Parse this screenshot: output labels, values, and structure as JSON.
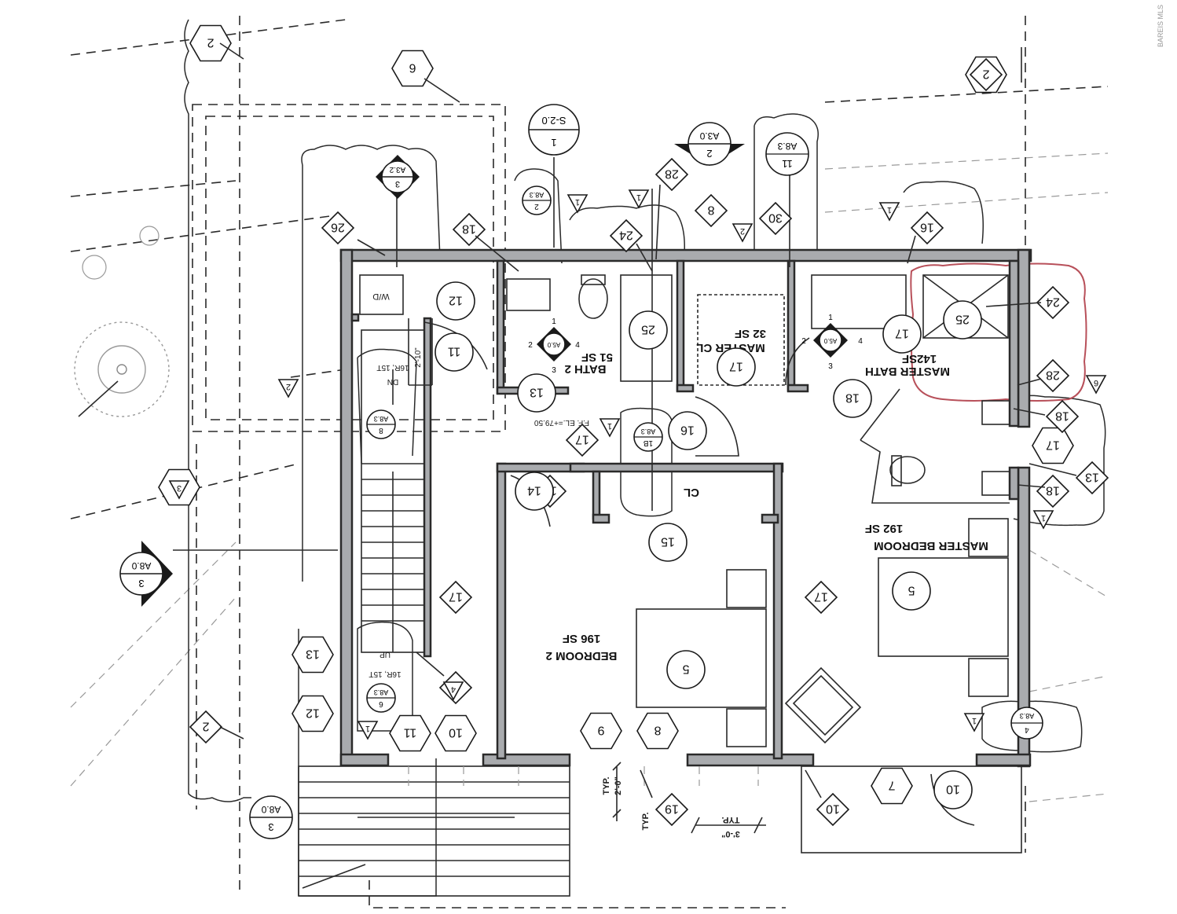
{
  "rooms": {
    "master_bedroom": {
      "name": "MASTER BEDROOM",
      "area": "192 SF"
    },
    "bedroom_2": {
      "name": "BEDROOM 2",
      "area": "196 SF"
    },
    "bath_2": {
      "name": "BATH 2",
      "area": "51 SF"
    },
    "master_cl": {
      "name": "MASTER CL",
      "area": "32 SF"
    },
    "master_bath": {
      "name": "MASTER BATH",
      "area": "142SF"
    },
    "cl": {
      "name": "CL"
    },
    "wd": {
      "name": "W/D"
    }
  },
  "annotations": {
    "ff_elevation": "F.F. EL.=+79.50",
    "stair_down": "16R, 15T",
    "stair_down_dir": "DN",
    "stair_up": "16R, 15T",
    "stair_up_dir": "UP",
    "stair_width": "2'-10\"",
    "dim_2ft": "2'-0\"",
    "dim_2ft_typ": "TYP.",
    "dim_3ft": "3'-0\"",
    "dim_3ft_typ": "TYP."
  },
  "section_markers": [
    {
      "num": "2",
      "sheet": "A3.0"
    },
    {
      "num": "3",
      "sheet": "A3.2"
    },
    {
      "num": "3",
      "sheet": "A8.0"
    },
    {
      "num": "3",
      "sheet": "A8.0"
    }
  ],
  "detail_bubbles": [
    {
      "num": "1",
      "sheet": "S-2.0"
    },
    {
      "num": "2",
      "sheet": "A8.3"
    },
    {
      "num": "11",
      "sheet": "A8.3"
    },
    {
      "num": "8",
      "sheet": "A8.3"
    },
    {
      "num": "1B",
      "sheet": "A8.3"
    },
    {
      "num": "6",
      "sheet": "A8.3"
    },
    {
      "num": "4",
      "sheet": "A8.3"
    }
  ],
  "elevation_markers": [
    {
      "sheet": "A5.0",
      "n1": "1",
      "n2": "2",
      "n3": "3",
      "n4": "4"
    },
    {
      "sheet": "A5.0",
      "n1": "1",
      "n2": "2",
      "n3": "3",
      "n4": "4"
    }
  ],
  "hex_tags": [
    "6",
    "2",
    "2",
    "3",
    "13",
    "12",
    "11",
    "10",
    "9",
    "8",
    "7",
    "17"
  ],
  "diamond_tags": [
    "18",
    "26",
    "28",
    "8",
    "30",
    "16",
    "24",
    "17",
    "17",
    "17",
    "4",
    "24",
    "28",
    "18",
    "13",
    "18",
    "19",
    "10",
    "14",
    "2",
    "2"
  ],
  "circle_tags": [
    "12",
    "11",
    "13",
    "16",
    "14",
    "15",
    "5",
    "5",
    "17",
    "18",
    "10",
    "25",
    "25",
    "17"
  ],
  "triangle_tags": [
    "1",
    "1",
    "1",
    "1",
    "1",
    "1",
    "2",
    "3",
    "4",
    "6",
    "2",
    "1"
  ],
  "watermark": "BAREIS MLS"
}
